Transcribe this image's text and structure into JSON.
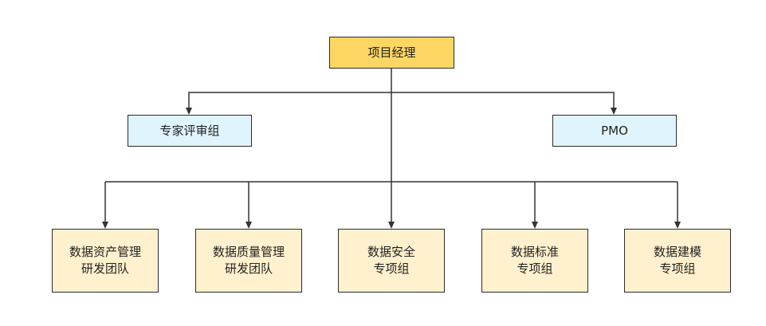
{
  "diagram": {
    "root": {
      "label": "项目经理",
      "color": "#fdd664"
    },
    "advisory": [
      {
        "label": "专家评审组",
        "color": "#dff4fd"
      },
      {
        "label": "PMO",
        "color": "#dff4fd"
      }
    ],
    "teams": [
      {
        "label": "数据资产管理\n研发团队",
        "color": "#fff1cd"
      },
      {
        "label": "数据质量管理\n研发团队",
        "color": "#fff1cd"
      },
      {
        "label": "数据安全\n专项组",
        "color": "#fff1cd"
      },
      {
        "label": "数据标准\n专项组",
        "color": "#fff1cd"
      },
      {
        "label": "数据建模\n专项组",
        "color": "#fff1cd"
      }
    ],
    "edges": [
      {
        "from": "项目经理",
        "to": "专家评审组"
      },
      {
        "from": "项目经理",
        "to": "PMO"
      },
      {
        "from": "项目经理",
        "to": "数据资产管理研发团队"
      },
      {
        "from": "项目经理",
        "to": "数据质量管理研发团队"
      },
      {
        "from": "项目经理",
        "to": "数据安全专项组"
      },
      {
        "from": "项目经理",
        "to": "数据标准专项组"
      },
      {
        "from": "项目经理",
        "to": "数据建模专项组"
      }
    ]
  }
}
